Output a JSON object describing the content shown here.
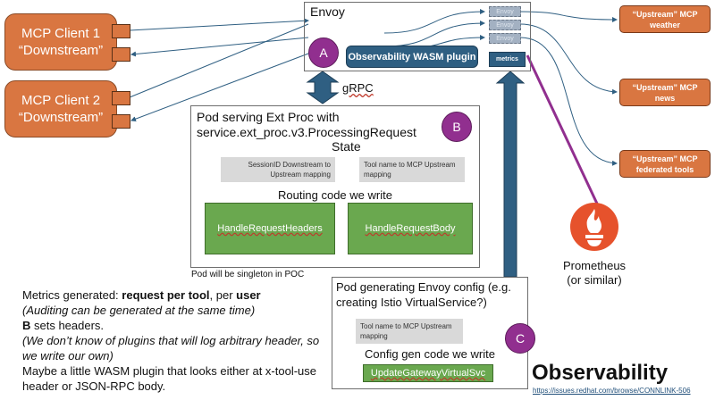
{
  "clients": [
    {
      "line1": "MCP Client 1",
      "line2": "“Downstream”"
    },
    {
      "line1": "MCP Client 2",
      "line2": "“Downstream”"
    }
  ],
  "envoy": {
    "title": "Envoy",
    "badge": "A",
    "wasm_plugin": "Observability WASM plugin",
    "metrics": "metrics",
    "upstream_clusters": [
      "Envoy",
      "Envoy",
      "Envoy"
    ]
  },
  "upstreams": [
    {
      "line1": "“Upstream” MCP",
      "line2": "weather"
    },
    {
      "line1": "“Upstream” MCP",
      "line2": "news"
    },
    {
      "line1": "“Upstream” MCP",
      "line2": "federated  tools"
    }
  ],
  "grpc_label": "gRPC",
  "ext_proc": {
    "title_line1": "Pod serving Ext Proc with",
    "title_line2": "service.ext_proc.v3.ProcessingRequest",
    "state_label": "State",
    "badge": "B",
    "state_items": [
      "SessionID Downstream to Upstream mapping",
      "Tool name to MCP Upstream mapping"
    ],
    "routing_label": "Routing code we write",
    "handlers": [
      "HandleRequestHeaders",
      "HandleRequestBody"
    ],
    "footnote": "Pod will be singleton in POC"
  },
  "config_pod": {
    "title": "Pod generating Envoy config (e.g. creating Istio VirtualService?)",
    "state_item": "Tool name to MCP Upstream mapping",
    "badge": "C",
    "code_label": "Config gen code we write",
    "function": "UpdateGatewayVirtualSvc"
  },
  "prometheus": {
    "line1": "Prometheus",
    "line2": "(or similar)"
  },
  "notes": {
    "line1_prefix": "Metrics generated: ",
    "line1_bold1": "request per tool",
    "line1_mid": ", per ",
    "line1_bold2": "user",
    "line2": "(Auditing can be generated at the same time)",
    "line3_bold": "B",
    "line3_rest": " sets headers.",
    "line4": "(We don’t know of plugins that will log arbitrary header, so we write our own)",
    "line5": "Maybe a little WASM plugin that looks either at x-tool-use header or JSON-RPC body."
  },
  "heading": {
    "title": "Observability",
    "link": "https://issues.redhat.com/browse/CONNLINK-506"
  },
  "colors": {
    "orange": "#d97641",
    "purple": "#912f8f",
    "navy": "#2f5f82",
    "green": "#6aa84f",
    "prometheus": "#e6522c"
  }
}
